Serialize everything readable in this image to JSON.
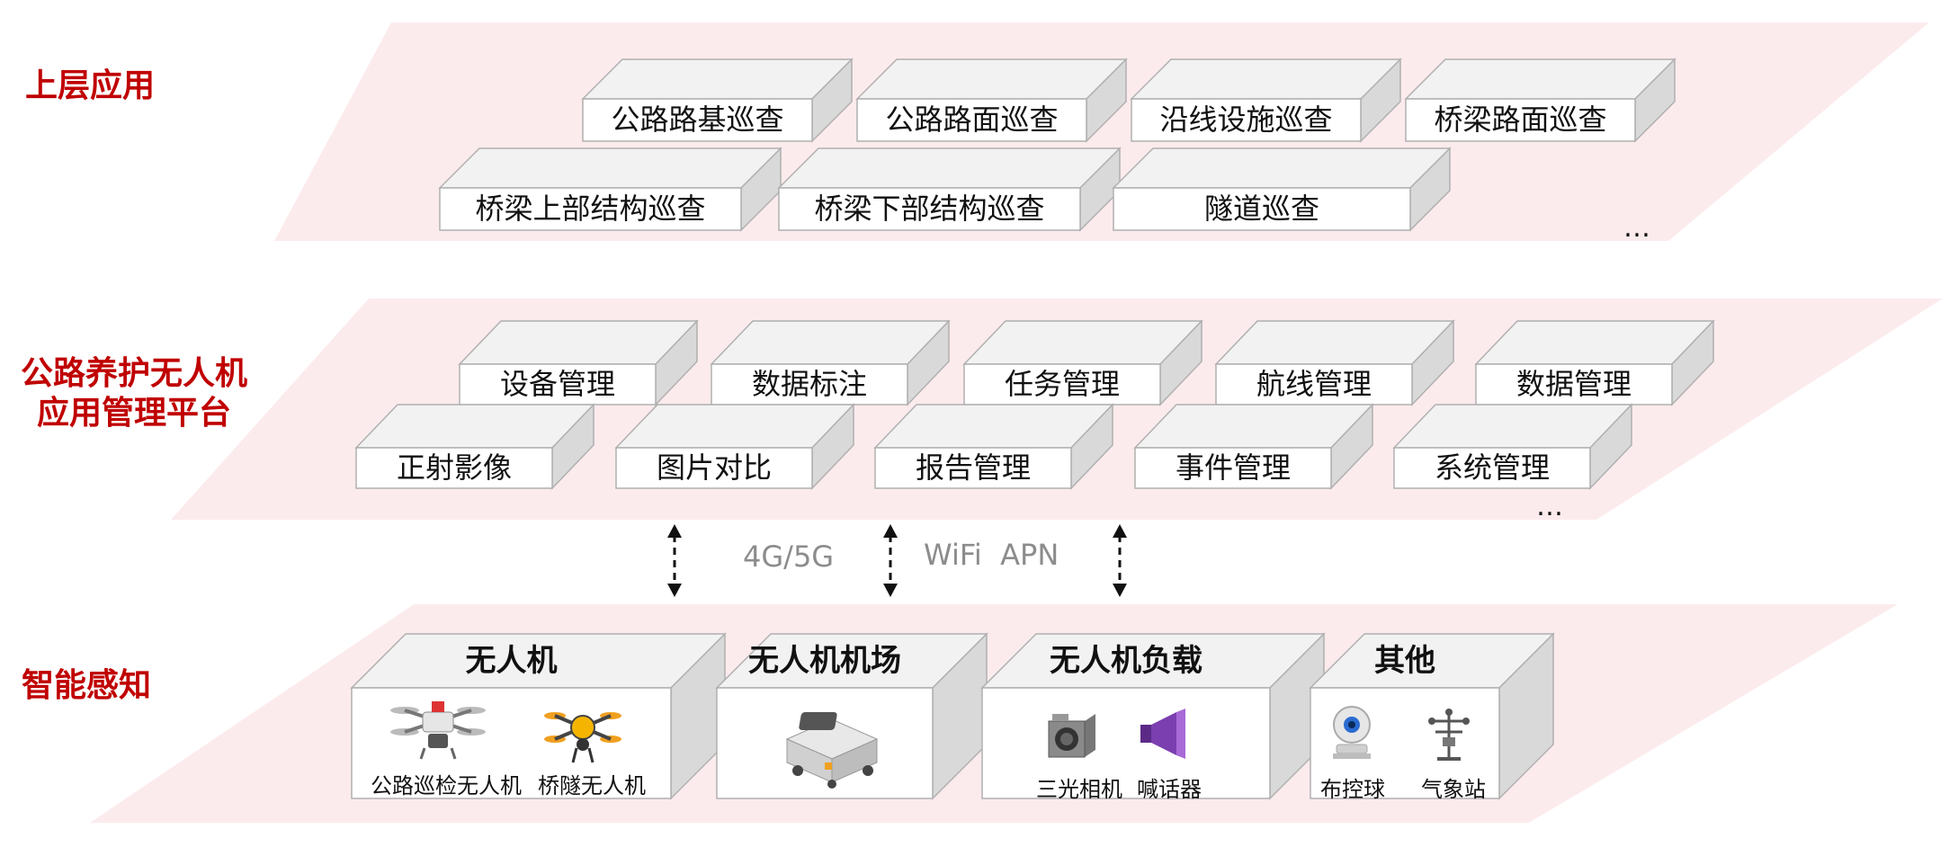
{
  "layers": {
    "top": {
      "title": "上层应用",
      "row1": [
        "公路路基巡查",
        "公路路面巡查",
        "沿线设施巡查",
        "桥梁路面巡查"
      ],
      "row2": [
        "桥梁上部结构巡查",
        "桥梁下部结构巡查",
        "隧道巡查"
      ],
      "more": "…"
    },
    "middle": {
      "title_line1": "公路养护无人机",
      "title_line2": "应用管理平台",
      "row1": [
        "设备管理",
        "数据标注",
        "任务管理",
        "航线管理",
        "数据管理"
      ],
      "row2": [
        "正射影像",
        "图片对比",
        "报告管理",
        "事件管理",
        "系统管理"
      ],
      "more": "…"
    },
    "bottom": {
      "title": "智能感知",
      "groups": [
        {
          "title": "无人机",
          "items": [
            "公路巡检无人机",
            "桥隧无人机"
          ],
          "icons": [
            "inspection-drone-icon",
            "tunnel-drone-icon"
          ]
        },
        {
          "title": "无人机机场",
          "items": [],
          "icons": [
            "drone-dock-icon"
          ]
        },
        {
          "title": "无人机负载",
          "items": [
            "三光相机",
            "喊话器"
          ],
          "icons": [
            "camera-icon",
            "megaphone-icon"
          ]
        },
        {
          "title": "其他",
          "items": [
            "布控球",
            "气象站"
          ],
          "icons": [
            "dome-camera-icon",
            "weather-station-icon"
          ]
        }
      ]
    }
  },
  "links": {
    "label_4g": "4G/5G",
    "label_wifi": "WiFi  APN"
  },
  "colors": {
    "accent": "#c00000",
    "layer_fill": "#fce8ea",
    "box_front": "#ffffff",
    "box_top": "#f2f2f2",
    "box_side": "#d9d9d9",
    "box_edge": "#b0b0b0"
  }
}
